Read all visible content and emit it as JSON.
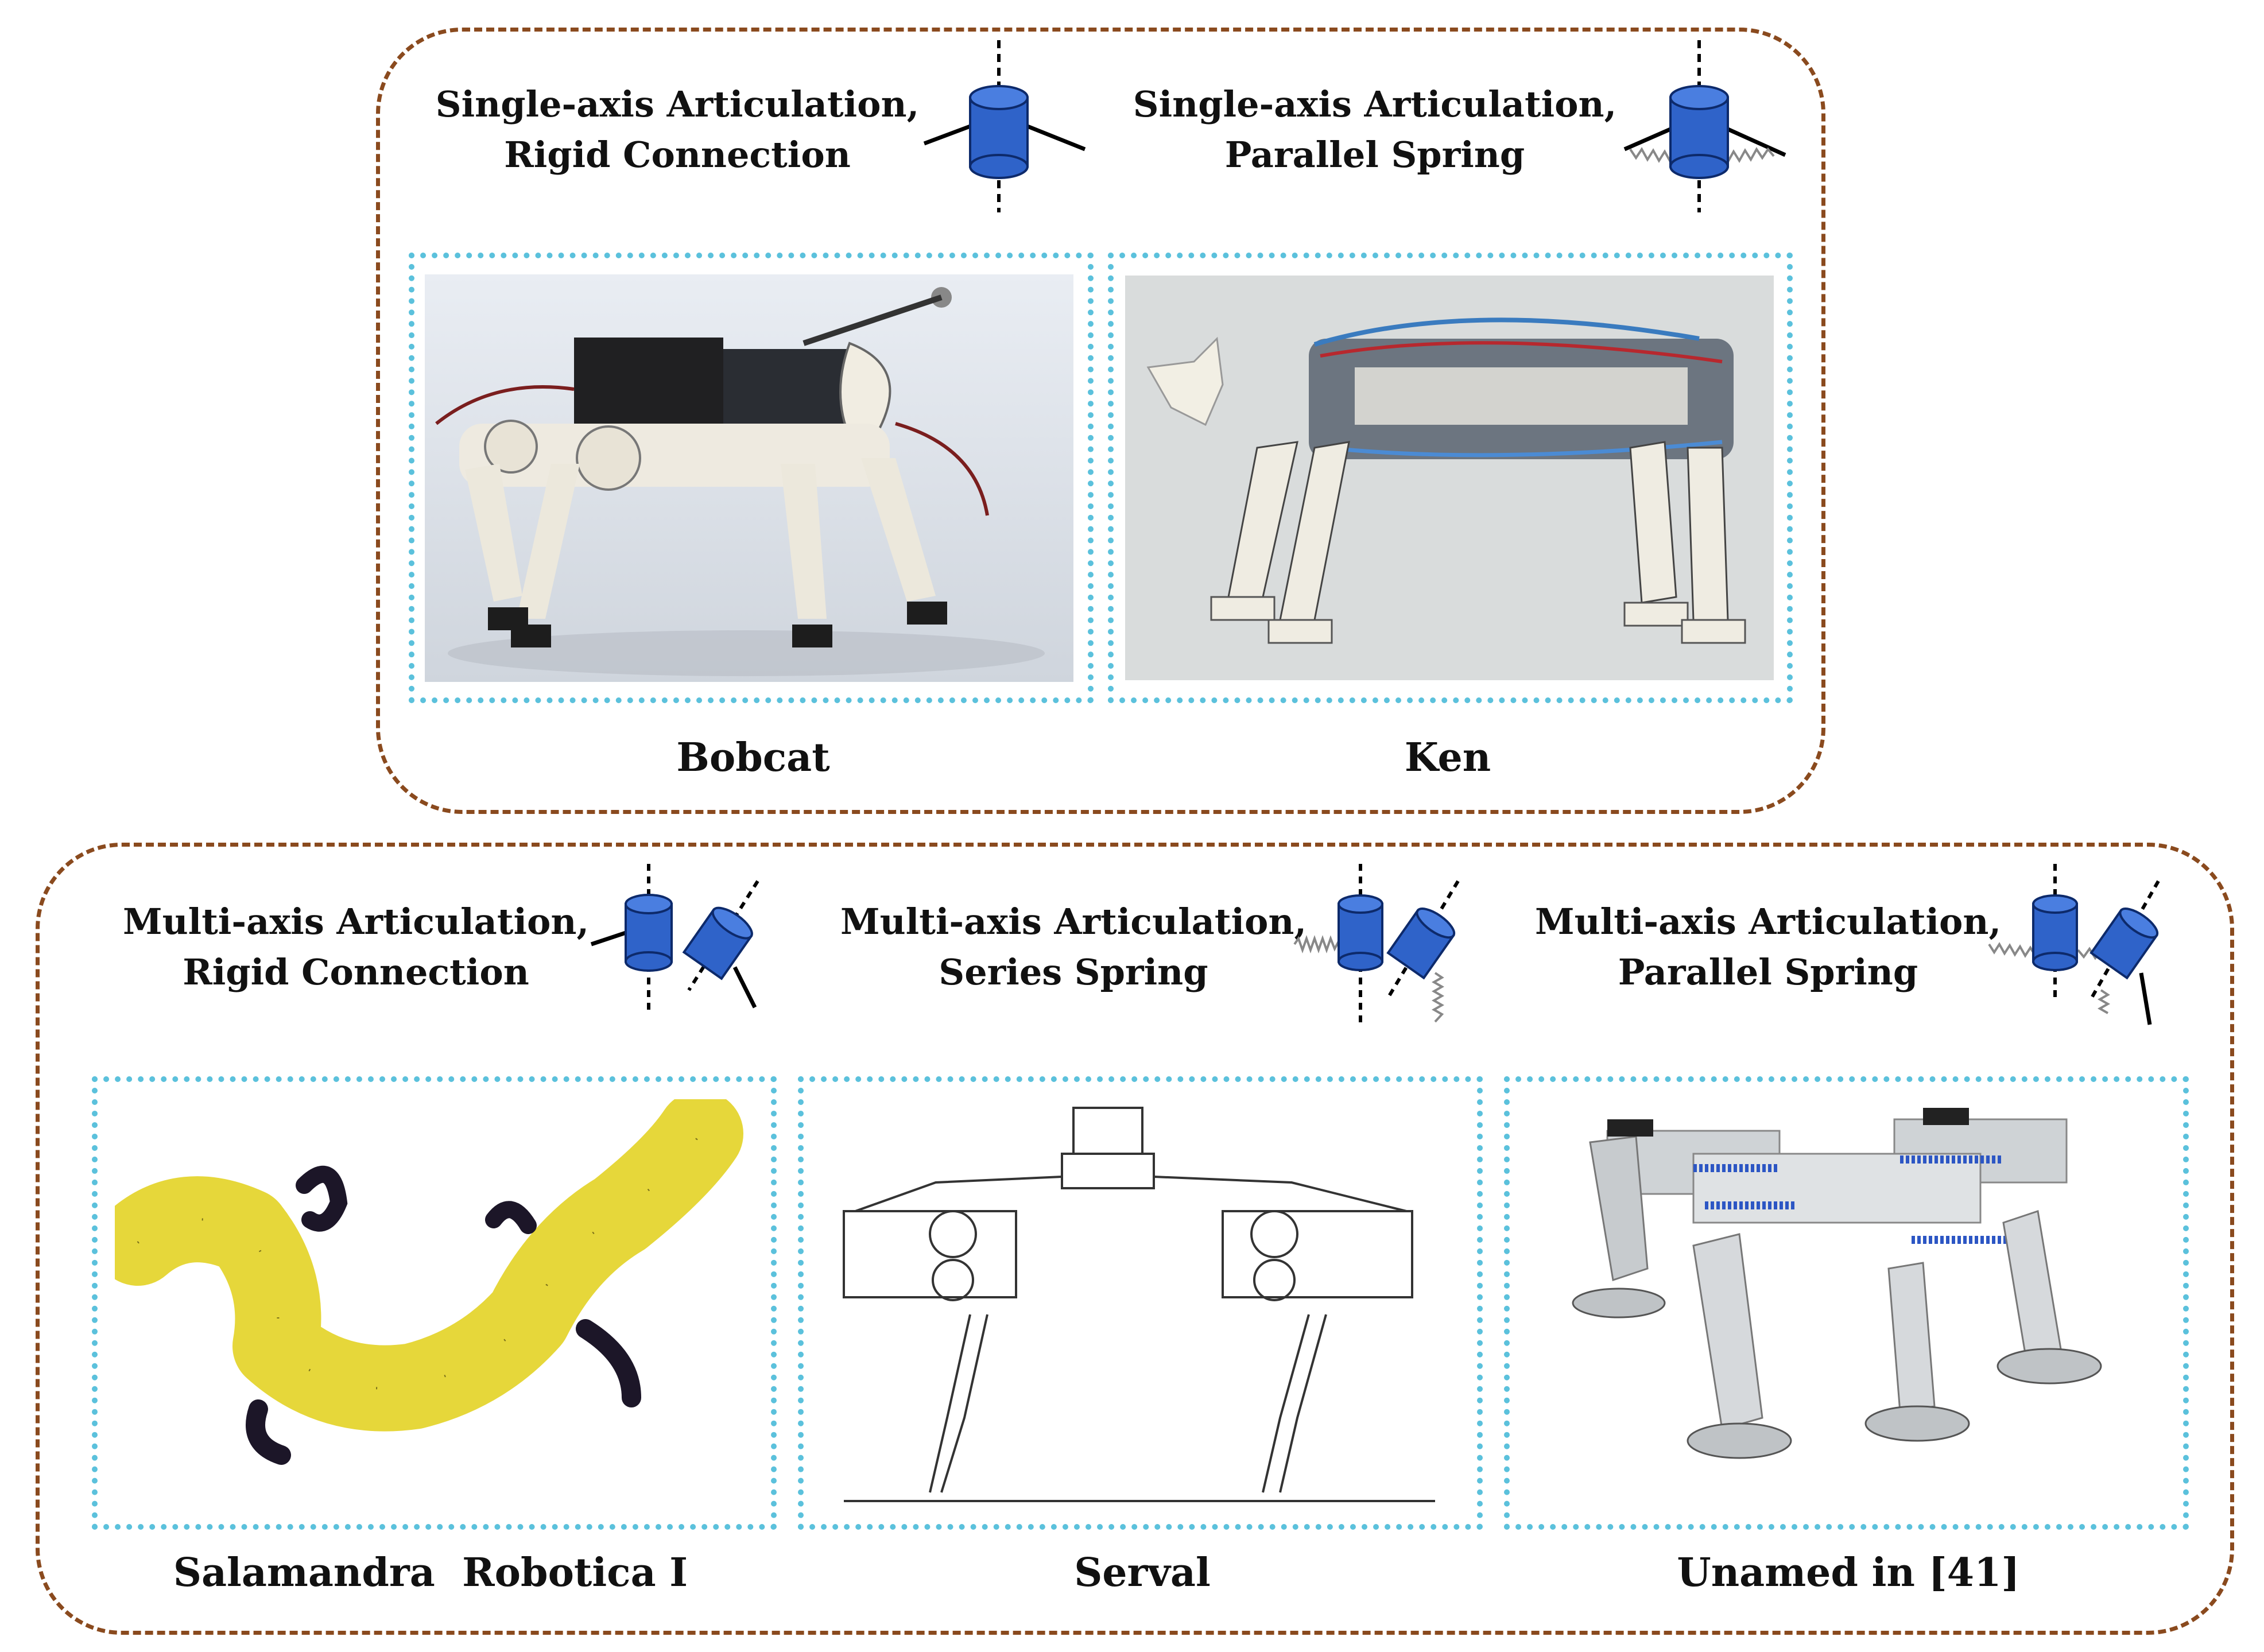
{
  "top_group": {
    "panels": [
      {
        "joint_line1": "Single-axis Articulation,",
        "joint_line2": "Rigid Connection",
        "caption": "Bobcat",
        "icon": "single-axis-rigid-joint-icon"
      },
      {
        "joint_line1": "Single-axis Articulation,",
        "joint_line2": "Parallel Spring",
        "caption": "Ken",
        "icon": "single-axis-parallel-spring-joint-icon"
      }
    ]
  },
  "bottom_group": {
    "panels": [
      {
        "joint_line1": "Multi-axis Articulation,",
        "joint_line2": "Rigid Connection",
        "caption": "Salamandra  Robotica I",
        "icon": "multi-axis-rigid-joint-icon"
      },
      {
        "joint_line1": "Multi-axis Articulation,",
        "joint_line2": "Series Spring",
        "caption": "Serval",
        "icon": "multi-axis-series-spring-joint-icon"
      },
      {
        "joint_line1": "Multi-axis Articulation,",
        "joint_line2": "Parallel Spring",
        "caption": "Unamed in [41]",
        "icon": "multi-axis-parallel-spring-joint-icon"
      }
    ]
  },
  "colors": {
    "group_border": "#8a4a1e",
    "photo_frame": "#5bc1dc",
    "joint_blue": "#2f63c9"
  }
}
